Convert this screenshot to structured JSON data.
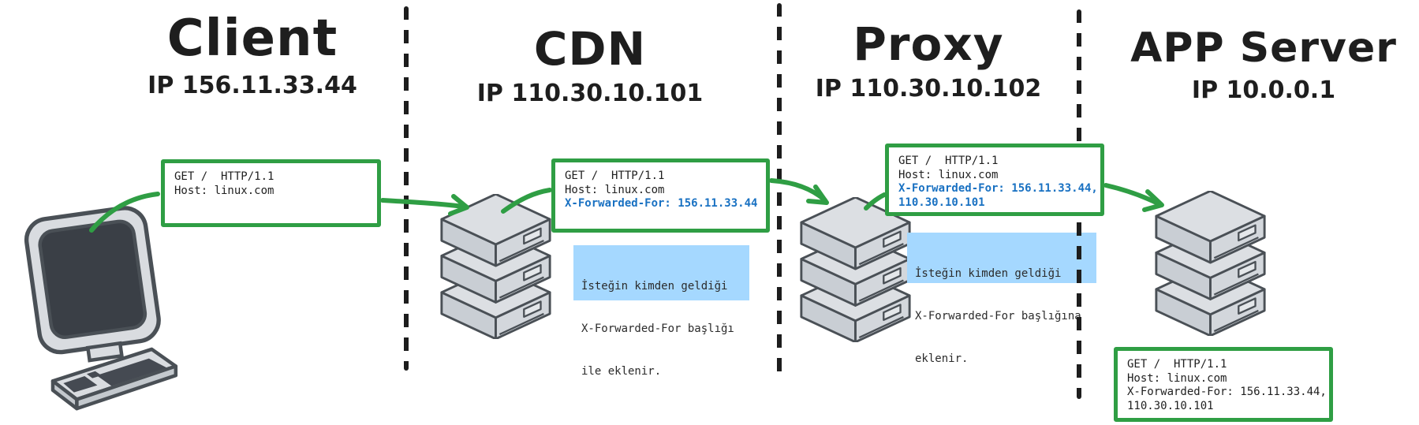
{
  "colors": {
    "arrow_green": "#2f9e44",
    "header_blue_text": "#1971c2",
    "note_background": "#a5d8ff",
    "ink": "#1e1e1e",
    "server_outline": "#4a5056",
    "server_fill": "#d3d7dc"
  },
  "sections": [
    {
      "name": "Client",
      "ip_label": "IP 156.11.33.44",
      "icon": "desktop-computer-icon"
    },
    {
      "name": "CDN",
      "ip_label": "IP 110.30.10.101",
      "icon": "server-stack-icon"
    },
    {
      "name": "Proxy",
      "ip_label": "IP 110.30.10.102",
      "icon": "server-stack-icon"
    },
    {
      "name": "APP Server",
      "ip_label": "IP 10.0.0.1",
      "icon": "server-stack-icon"
    }
  ],
  "requests": [
    {
      "location": "client-to-cdn",
      "lines": [
        {
          "text": "GET /  HTTP/1.1",
          "color": "black"
        },
        {
          "text": "Host: linux.com",
          "color": "black"
        }
      ]
    },
    {
      "location": "at-cdn",
      "lines": [
        {
          "text": "GET /  HTTP/1.1",
          "color": "black"
        },
        {
          "text": "Host: linux.com",
          "color": "black"
        },
        {
          "text": "X-Forwarded-For: 156.11.33.44",
          "color": "blue"
        }
      ]
    },
    {
      "location": "at-proxy",
      "lines": [
        {
          "text": "GET /  HTTP/1.1",
          "color": "black"
        },
        {
          "text": "Host: linux.com",
          "color": "black"
        },
        {
          "text": "X-Forwarded-For: 156.11.33.44,",
          "color": "blue"
        },
        {
          "text": "110.30.10.101",
          "color": "blue"
        }
      ]
    },
    {
      "location": "at-app-server",
      "lines": [
        {
          "text": "GET /  HTTP/1.1",
          "color": "black"
        },
        {
          "text": "Host: linux.com",
          "color": "black"
        },
        {
          "text": "X-Forwarded-For: 156.11.33.44,",
          "color": "black"
        },
        {
          "text": "110.30.10.101",
          "color": "black"
        }
      ]
    }
  ],
  "notes": [
    {
      "location": "cdn",
      "lines": [
        "İsteğin kimden geldiği",
        "X-Forwarded-For başlığı",
        "ile eklenir."
      ]
    },
    {
      "location": "proxy",
      "lines": [
        "İsteğin kimden geldiği",
        "X-Forwarded-For başlığına",
        "eklenir."
      ]
    }
  ]
}
